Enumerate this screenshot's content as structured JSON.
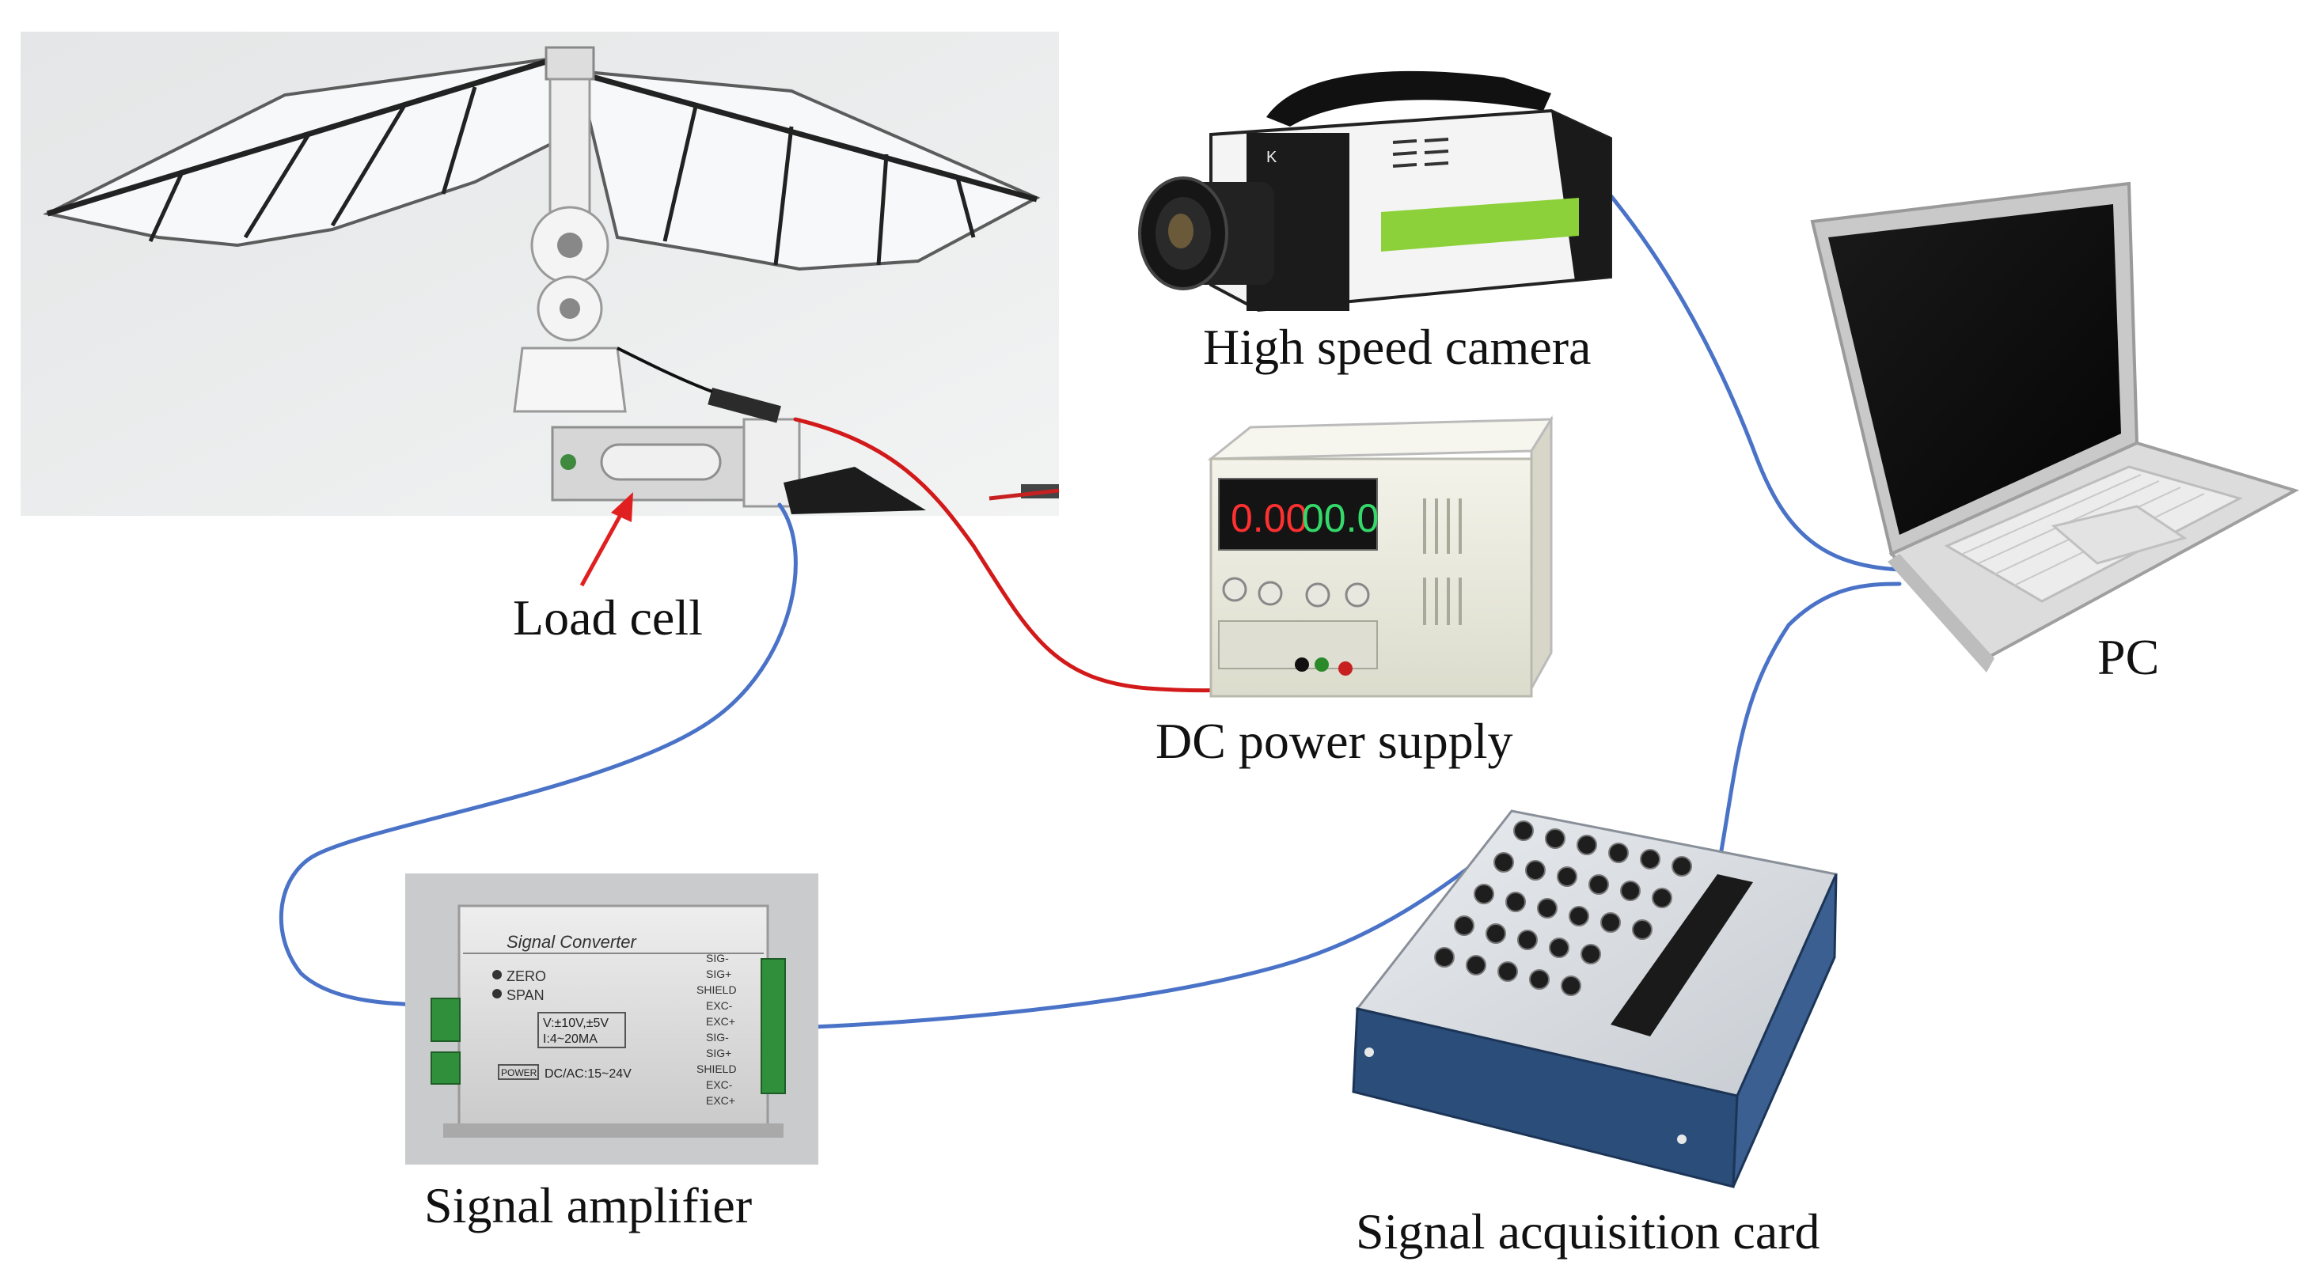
{
  "labels": {
    "load_cell": "Load cell",
    "high_speed_camera": "High speed camera",
    "pc": "PC",
    "dc_power_supply": "DC power supply",
    "signal_amplifier": "Signal amplifier",
    "signal_acquisition_card": "Signal acquisition card"
  },
  "power_supply": {
    "display_left": "0.00",
    "display_right": "00.0"
  },
  "amplifier": {
    "title": "Signal Converter",
    "zero": "ZERO",
    "span": "SPAN",
    "range_1": "V:±10V,±5V",
    "range_2": "I:4~20MA",
    "power_tag": "POWER",
    "power_spec": "DC/AC:15~24V",
    "pins_top": [
      "SIG-",
      "SIG+",
      "SHIELD",
      "EXC-",
      "EXC+"
    ],
    "pins_bottom": [
      "SIG-",
      "SIG+",
      "SHIELD",
      "EXC-",
      "EXC+"
    ]
  },
  "colors": {
    "signal_cable": "#4a73c8",
    "power_cable": "#d21a1a",
    "arrow": "#e02020",
    "camera_stripe": "#8cd13a",
    "display_red": "#ff3030",
    "display_green": "#34d96a"
  }
}
